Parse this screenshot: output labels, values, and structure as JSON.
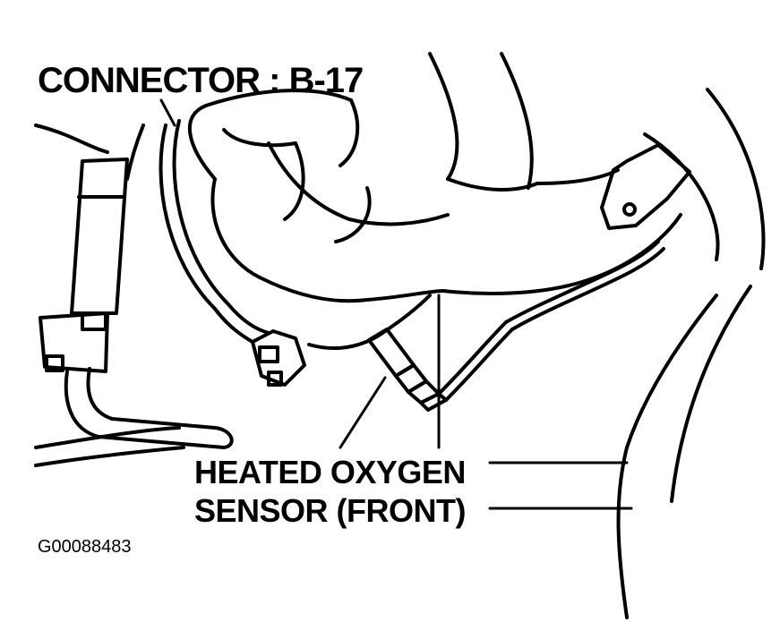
{
  "figure": {
    "id": "G00088483"
  },
  "labels": {
    "connector": "CONNECTOR : B-17",
    "sensor_line1": "HEATED OXYGEN",
    "sensor_line2": "SENSOR (FRONT)"
  },
  "colors": {
    "ink": "#000000",
    "paper": "#ffffff"
  }
}
